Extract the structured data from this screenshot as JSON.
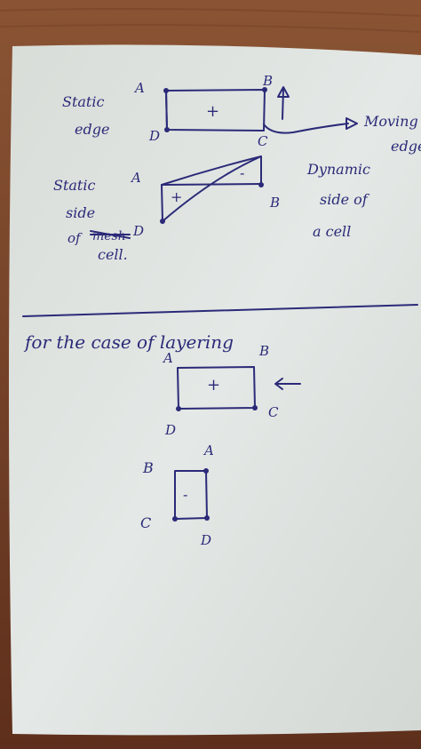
{
  "sketch1": {
    "left_label_1": "Static",
    "left_label_2": "edge",
    "corner_a": "A",
    "corner_b": "B",
    "corner_c": "C",
    "corner_d": "D",
    "sign": "+",
    "right_label_1": "Moving",
    "right_label_2": "edge"
  },
  "sketch2": {
    "left_label_1": "Static",
    "left_label_2": "side",
    "left_label_3_prefix": "of",
    "struck_word": "mesh",
    "left_label_4": "cell.",
    "corner_a": "A",
    "corner_b": "B",
    "corner_d": "D",
    "sign_plus": "+",
    "sign_minus": "-",
    "right_label_1": "Dynamic",
    "right_label_2": "side of",
    "right_label_3": "a cell"
  },
  "heading": "for the case of layering",
  "sketch3": {
    "corner_a": "A",
    "corner_b": "B",
    "corner_c": "C",
    "corner_d": "D",
    "sign": "+"
  },
  "sketch4": {
    "corner_a": "A",
    "corner_b": "B",
    "corner_c": "C",
    "corner_d": "D",
    "sign": "-"
  }
}
